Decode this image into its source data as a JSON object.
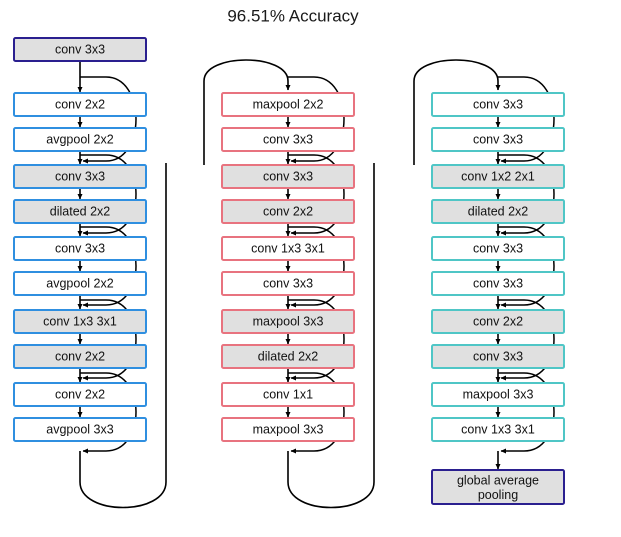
{
  "title": "96.51% Accuracy",
  "colors": {
    "stem_border": "#2a1f8f",
    "head_border": "#2a1f8f",
    "column1_border": "#2f8fe0",
    "column2_border": "#e8737f",
    "column3_border": "#4fc6c6",
    "fill_grey": "#e0e0e0",
    "fill_white": "#ffffff",
    "edge": "#000000",
    "text": "#111111"
  },
  "stem": {
    "label": "conv 3x3",
    "border": "#2a1f8f",
    "fill": "#e0e0e0"
  },
  "head": {
    "label": "global average\npooling",
    "line1": "global average",
    "line2": "pooling",
    "border": "#2a1f8f",
    "fill": "#e0e0e0"
  },
  "columns": [
    {
      "name": "column-1",
      "border": "#2f8fe0",
      "blocks": [
        {
          "fill": "#ffffff",
          "nodes": [
            "conv 2x2",
            "avgpool 2x2"
          ]
        },
        {
          "fill": "#e0e0e0",
          "nodes": [
            "conv 3x3",
            "dilated 2x2"
          ]
        },
        {
          "fill": "#ffffff",
          "nodes": [
            "conv 3x3",
            "avgpool 2x2"
          ]
        },
        {
          "fill": "#e0e0e0",
          "nodes": [
            "conv 1x3 3x1",
            "conv 2x2"
          ]
        },
        {
          "fill": "#ffffff",
          "nodes": [
            "conv 2x2",
            "avgpool 3x3"
          ]
        }
      ]
    },
    {
      "name": "column-2",
      "border": "#e8737f",
      "blocks": [
        {
          "fill": "#ffffff",
          "nodes": [
            "maxpool 2x2",
            "conv 3x3"
          ]
        },
        {
          "fill": "#e0e0e0",
          "nodes": [
            "conv 3x3",
            "conv 2x2"
          ]
        },
        {
          "fill": "#ffffff",
          "nodes": [
            "conv 1x3 3x1",
            "conv 3x3"
          ]
        },
        {
          "fill": "#e0e0e0",
          "nodes": [
            "maxpool 3x3",
            "dilated 2x2"
          ]
        },
        {
          "fill": "#ffffff",
          "nodes": [
            "conv 1x1",
            "maxpool 3x3"
          ]
        }
      ]
    },
    {
      "name": "column-3",
      "border": "#4fc6c6",
      "blocks": [
        {
          "fill": "#ffffff",
          "nodes": [
            "conv 3x3",
            "conv 3x3"
          ]
        },
        {
          "fill": "#e0e0e0",
          "nodes": [
            "conv 1x2 2x1",
            "dilated 2x2"
          ]
        },
        {
          "fill": "#ffffff",
          "nodes": [
            "conv 3x3",
            "conv 3x3"
          ]
        },
        {
          "fill": "#e0e0e0",
          "nodes": [
            "conv 2x2",
            "conv 3x3"
          ]
        },
        {
          "fill": "#ffffff",
          "nodes": [
            "maxpool 3x3",
            "conv 1x3 3x1"
          ]
        }
      ]
    }
  ],
  "chart_data": {
    "type": "diagram",
    "title": "96.51% Accuracy",
    "description": "Three-column neural network architecture chain with residual skip connections",
    "node_count": 32,
    "column_count": 3,
    "blocks_per_column": 5,
    "nodes_per_block": 2
  }
}
